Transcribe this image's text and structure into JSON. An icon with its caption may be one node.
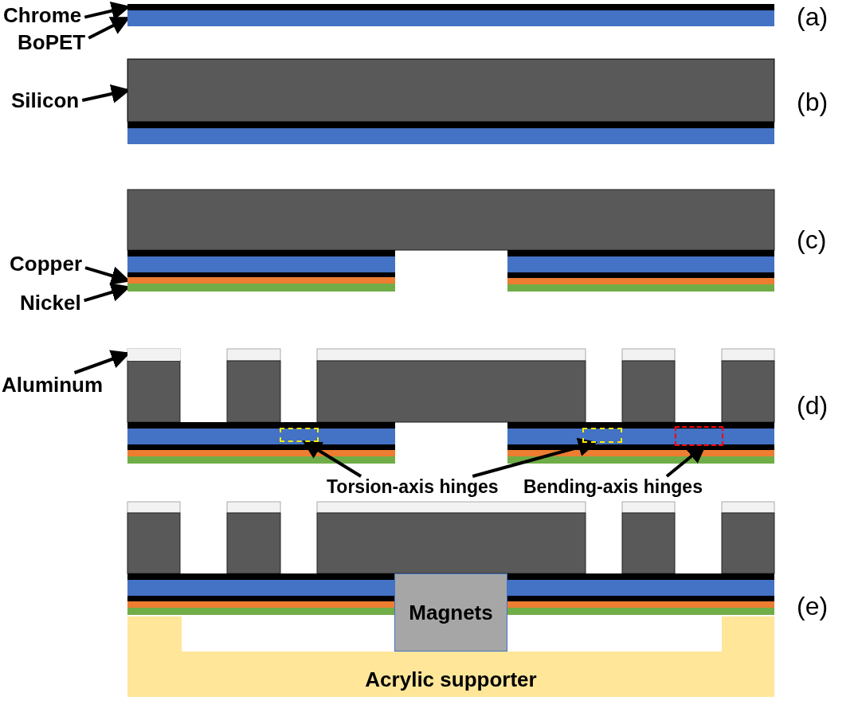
{
  "diagram": {
    "nodes": [
      {
        "text": [
          "Chrome"
        ]
      },
      {
        "text": [],
        "shape": "bar"
      },
      {
        "text": [
          "BoPET"
        ]
      },
      {
        "text": [],
        "shape": "bar"
      },
      {
        "text": [
          "Silicon"
        ]
      },
      {
        "text": [],
        "shape": "box"
      },
      {
        "text": [
          "Copper"
        ]
      },
      {
        "text": [],
        "shape": "bar"
      },
      {
        "text": [
          "Nickel"
        ]
      },
      {
        "text": [],
        "shape": "bar"
      },
      {
        "text": [
          "Aluminum"
        ]
      },
      {
        "text": [],
        "shape": "bar"
      },
      {
        "text": [
          "Torsion-axis hinges"
        ]
      },
      {
        "text": [],
        "shape": "box"
      },
      {
        "text": [],
        "shape": "box"
      },
      {
        "text": [
          "Bending-axis hinges"
        ]
      },
      {
        "text": [],
        "shape": "box"
      },
      {
        "text": [
          "Magnets"
        ]
      },
      {
        "text": [
          "Acrylic supporter"
        ]
      }
    ],
    "edges": [
      {
        "from": 0,
        "to": 1,
        "arrow": "to"
      },
      {
        "from": 2,
        "to": 3,
        "arrow": "to"
      },
      {
        "from": 4,
        "to": 5,
        "arrow": "to"
      },
      {
        "from": 6,
        "to": 7,
        "arrow": "to"
      },
      {
        "from": 8,
        "to": 9,
        "arrow": "to"
      },
      {
        "from": 10,
        "to": 11,
        "arrow": "to"
      },
      {
        "from": 12,
        "to": 13,
        "arrow": "to"
      },
      {
        "from": 12,
        "to": 14,
        "arrow": "to"
      },
      {
        "from": 15,
        "to": 16,
        "arrow": "to"
      }
    ],
    "labels": [
      "(a)",
      "(b)",
      "(c)",
      "(d)",
      "(e)"
    ]
  }
}
